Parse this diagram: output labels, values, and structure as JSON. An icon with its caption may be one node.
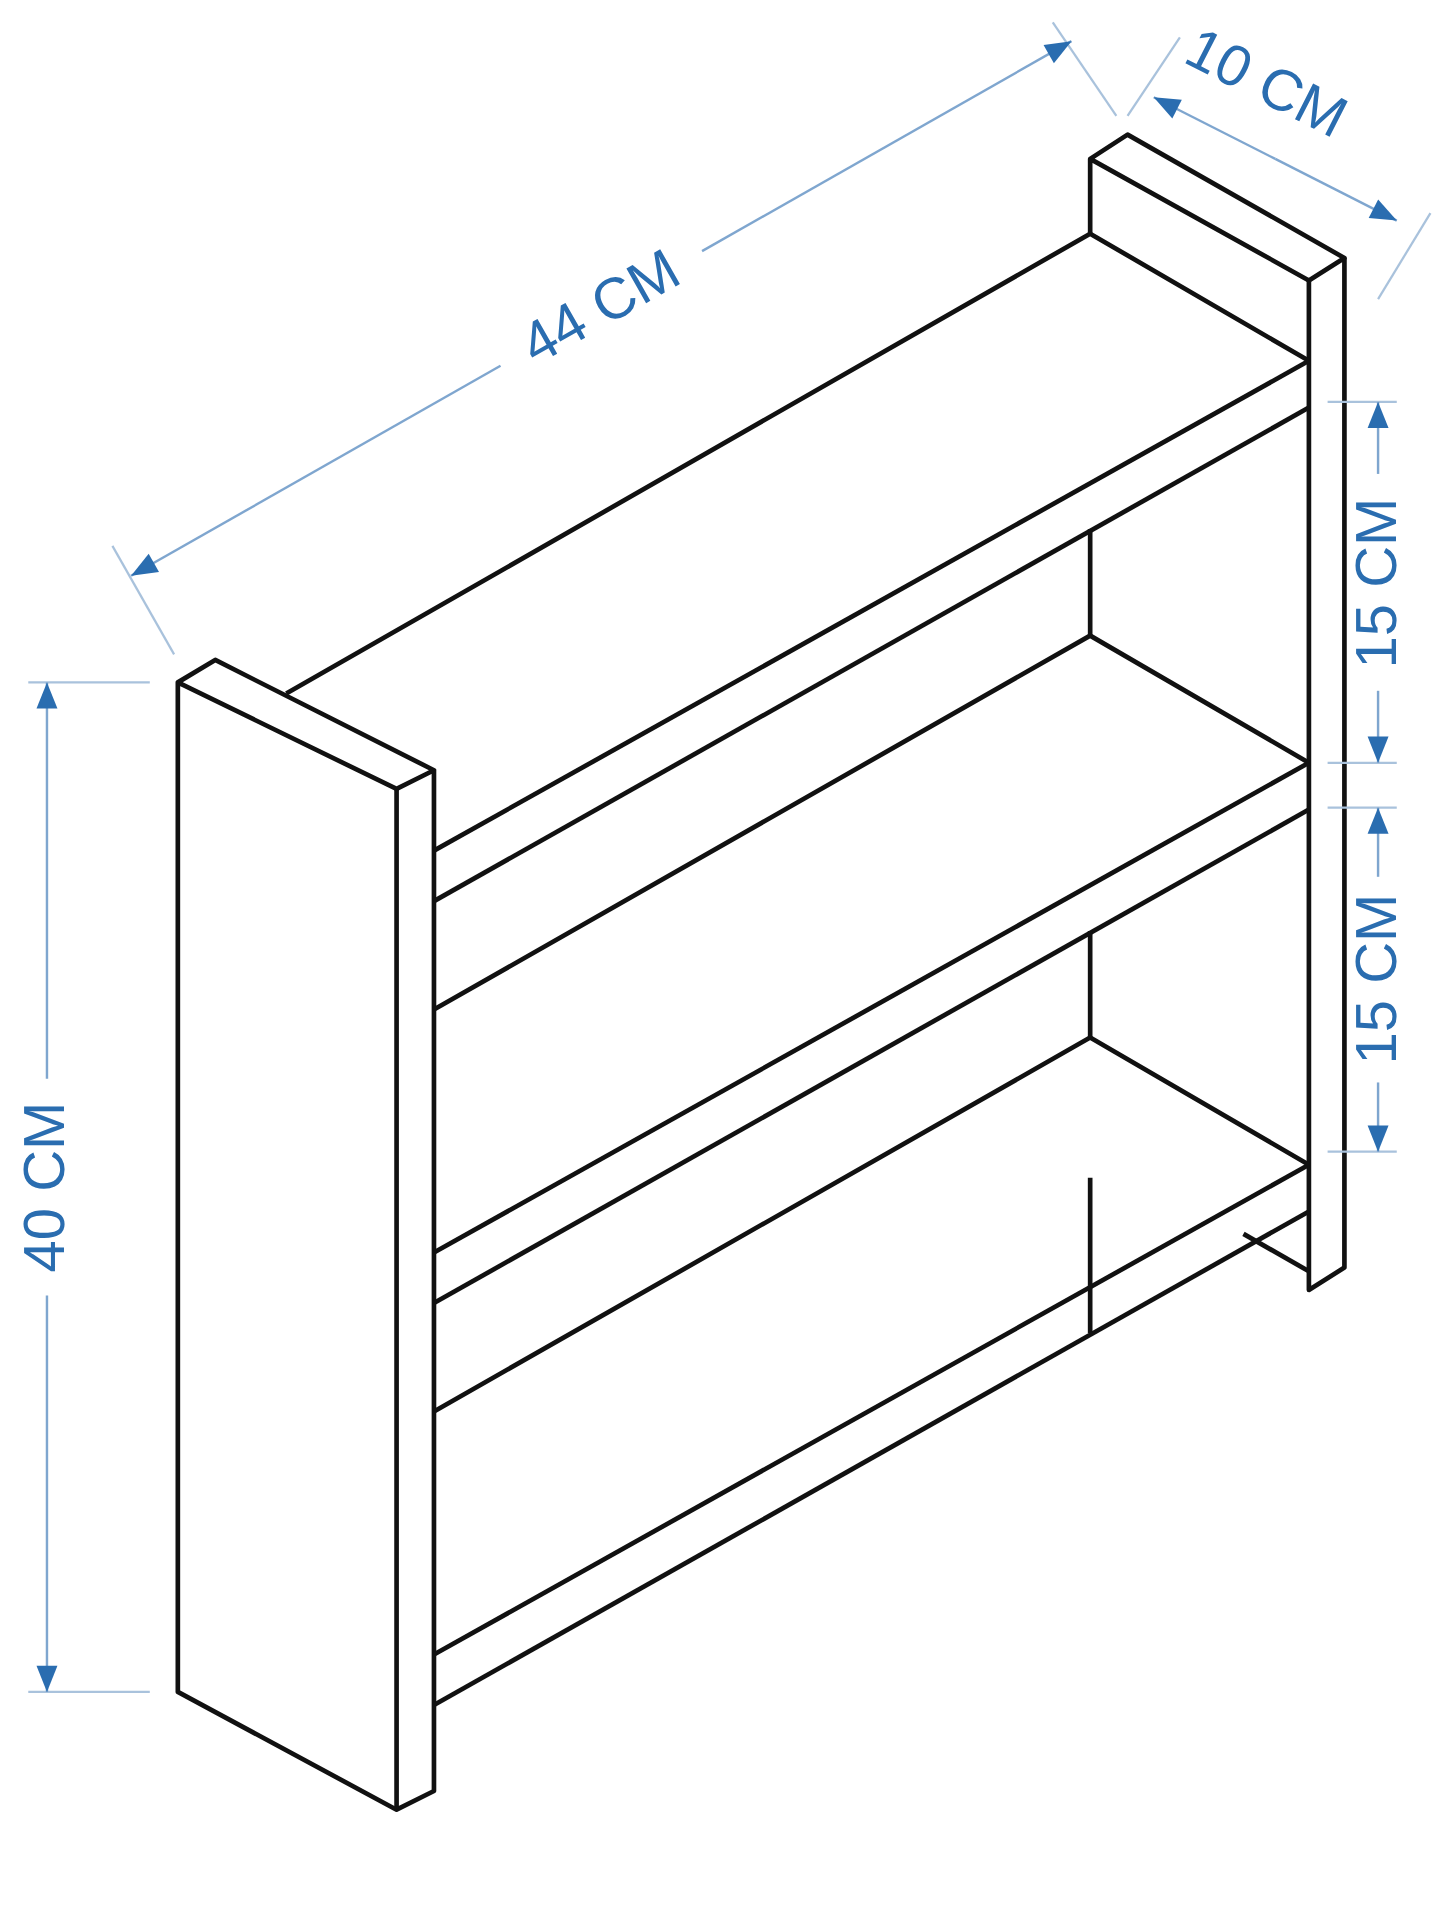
{
  "diagram": {
    "labels": [
      "44 CM",
      "10 CM",
      "15 CM",
      "15 CM",
      "40 CM"
    ]
  }
}
